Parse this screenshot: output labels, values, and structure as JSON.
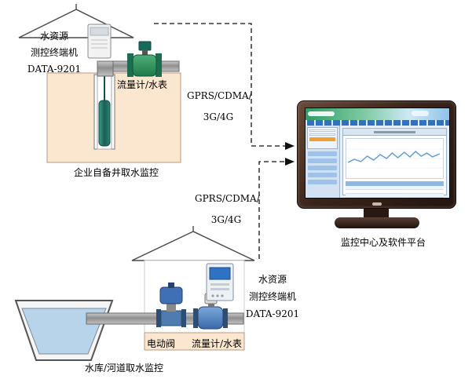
{
  "top_site": {
    "terminal": {
      "line1": "水资源",
      "line2": "测控终端机",
      "line3": "DATA-9201"
    },
    "meter_label": "流量计/水表",
    "caption": "企业自备井取水监控"
  },
  "link_top": {
    "line1": "GPRS/CDMA/",
    "line2": "3G/4G"
  },
  "link_bottom": {
    "line1": "GPRS/CDMA/",
    "line2": "3G/4G"
  },
  "monitor": {
    "caption": "监控中心及软件平台"
  },
  "bottom_site": {
    "terminal": {
      "line1": "水资源",
      "line2": "测控终端机",
      "line3": "DATA-9201"
    },
    "equipment": {
      "valve_label": "电动阀",
      "meter_label": "流量计/水表"
    },
    "caption": "水库/河道取水监控"
  },
  "colors": {
    "site_box_fill": "#fbe7d0",
    "water": "#b7d4eb",
    "flowmeter_green": "#2e8b57",
    "valve_blue": "#3f6fb5",
    "monitor_frame_brown": "#3a241a",
    "screen_header_green": "#2e9e66",
    "screen_nav_blue": "#2f72c4",
    "chart_line_blue": "#5b9bd5",
    "connector_black": "#111111"
  }
}
